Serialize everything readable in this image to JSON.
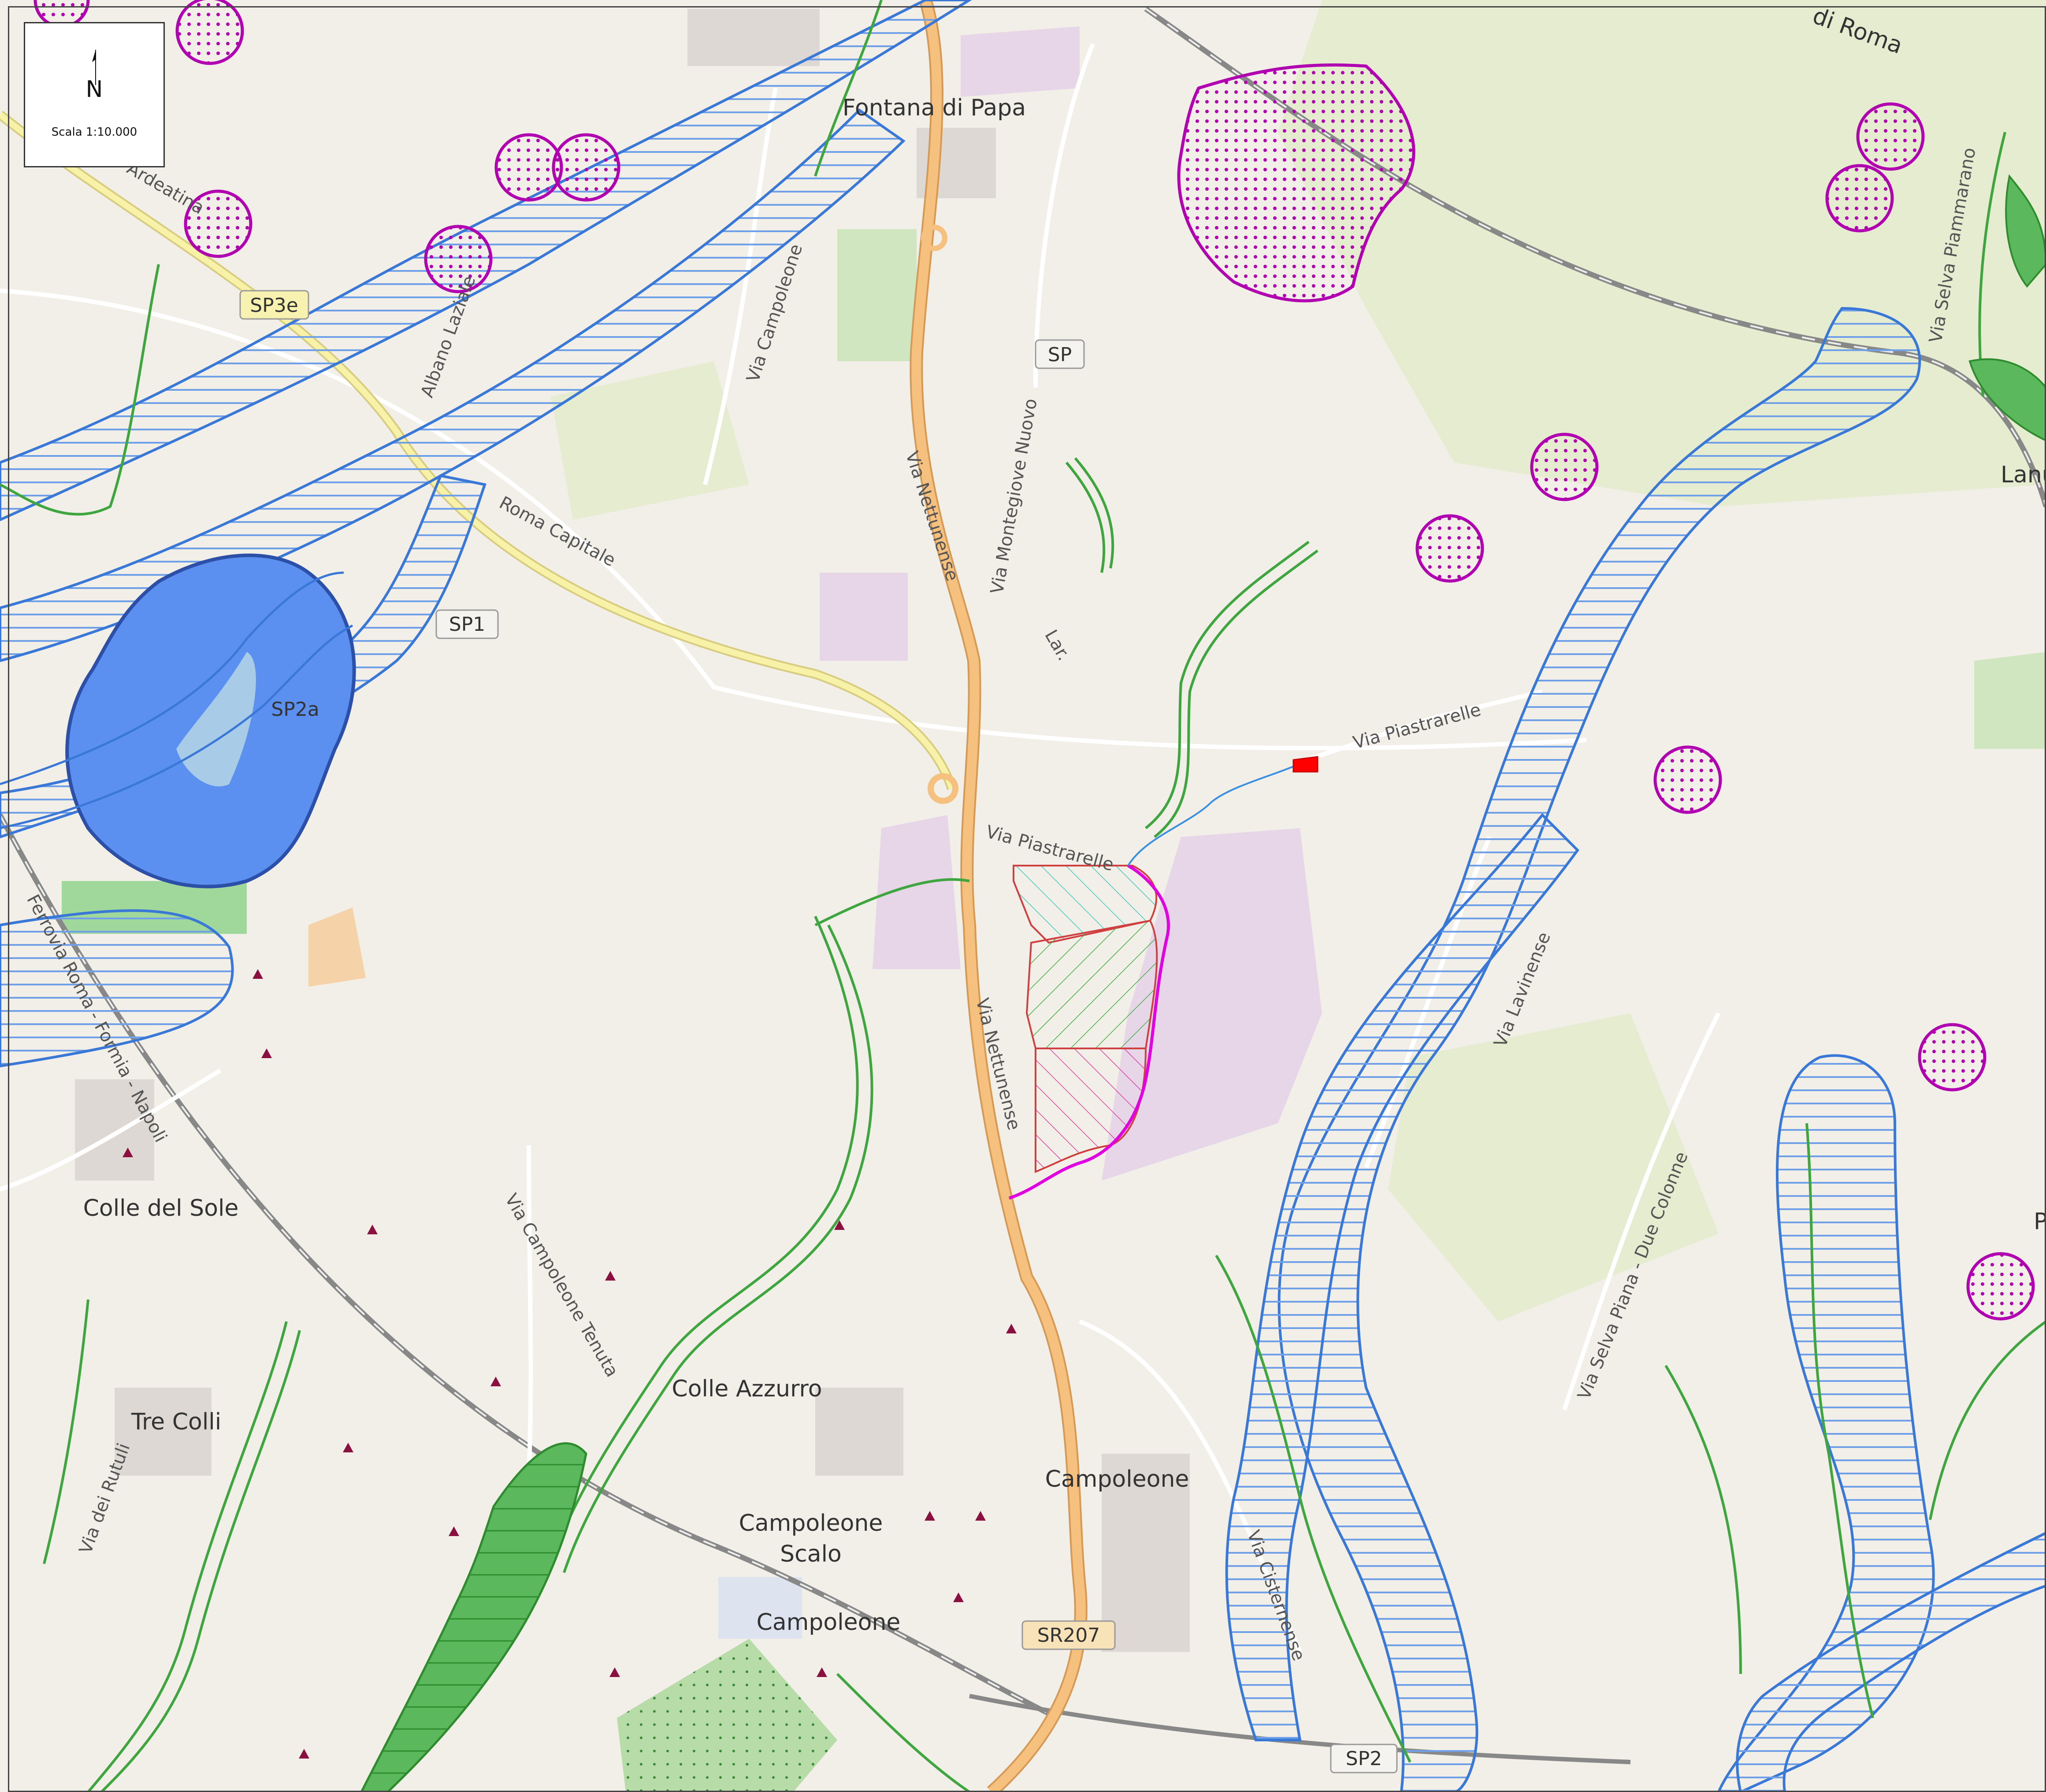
{
  "scale_box": {
    "north_label": "N",
    "scale_text": "Scala 1:10.000"
  },
  "places": {
    "fontana_di_papa": "Fontana di Papa",
    "colle_del_sole": "Colle del Sole",
    "tre_colli": "Tre Colli",
    "colle_azzurro": "Colle Azzurro",
    "campoleone": "Campoleone",
    "campoleone_scalo_1": "Campoleone",
    "campoleone_scalo_2": "Scalo",
    "campoleone_station": "Campoleone",
    "lanuvio": "Lanuvi",
    "roma_top": "di Roma",
    "p_right": "P"
  },
  "roads": {
    "via_nettunense_1": "Via Nettunense",
    "via_nettunense_2": "Via Nettunense",
    "via_campoleone": "Via Campoleone",
    "via_montegiove": "Via Montegiove Nuovo",
    "via_piastrarelle_1": "Via Piastrarelle",
    "via_piastrarelle_2": "Via Piastrarelle",
    "via_lavinense": "Via Lavinense",
    "via_selva_piana": "Via Selva Piana - Due Colonne",
    "via_selva_piammarano": "Via Selva Piammarano",
    "via_campoleone_tenuta": "Via Campoleone Tenuta",
    "via_dei_rutuli": "Via dei Rutuli",
    "via_cisternense": "Via Cisternense",
    "roma_capitale": "Roma Capitale",
    "albano_laziale": "Albano Laziale",
    "ferrovia": "Ferrovia Roma - Formia - Napoli",
    "ardeatina": "Ardeatina",
    "lar": "Lar."
  },
  "shields": {
    "sp3e": "SP3e",
    "sp1": "SP1",
    "sp2a": "SP2a",
    "sp2": "SP2",
    "sr207": "SR207",
    "sp_top": "SP"
  },
  "colors": {
    "background": "#f2efe9",
    "water_buffer": "#3a78d8",
    "water_hatch": "#6fa0e8",
    "green_stream": "#3fa63f",
    "green_fill": "#4caf50",
    "magenta": "#c000c0",
    "main_road": "#f5c27a",
    "secondary_road": "#f5f0a0",
    "rail": "#777777",
    "lake_buffer": "#5b8ff0",
    "industrial": "#e4d3e6",
    "site_cyan": "#40d0c0",
    "site_green": "#40b040",
    "site_pink": "#e040a0",
    "red_marker": "#ff0000"
  },
  "icons": {
    "north_arrow": "north-arrow-icon",
    "protected_site": "protected-site-icon",
    "archaeological": "triangle-marker-icon"
  }
}
